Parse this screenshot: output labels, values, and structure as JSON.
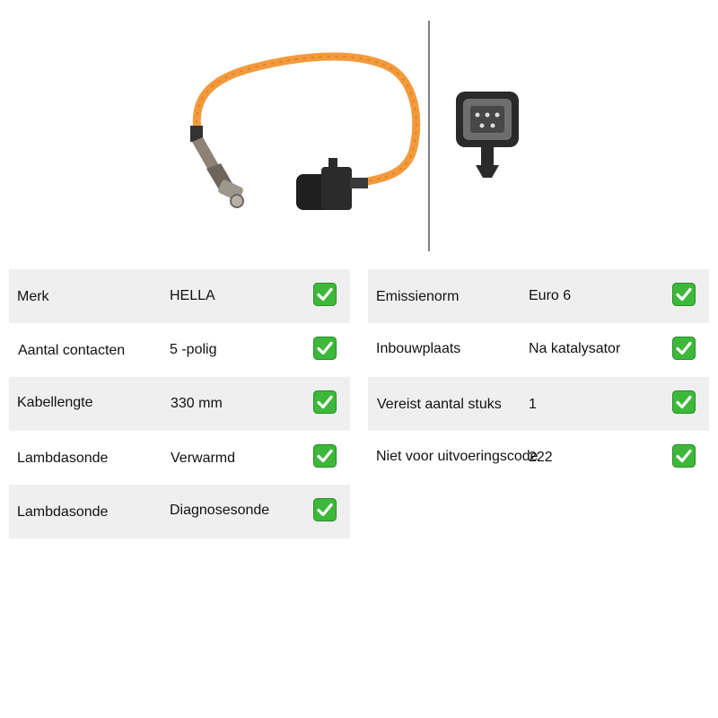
{
  "left_rows": [
    {
      "label": "Merk",
      "value": "HELLA"
    },
    {
      "label": "Aantal contacten",
      "value": "5 -polig"
    },
    {
      "label": "Kabellengte",
      "value": "330 mm"
    },
    {
      "label": "Lambdasonde",
      "value": "Verwarmd"
    },
    {
      "label": "Lambdasonde",
      "value": "Diagnosesonde"
    }
  ],
  "right_rows": [
    {
      "label": "Emissienorm",
      "value": "Euro 6"
    },
    {
      "label": "Inbouwplaats",
      "value": "Na katalysator"
    },
    {
      "label": "Vereist aantal stuks",
      "value": "1"
    },
    {
      "label": "Niet voor uitvoeringscode",
      "value": "222"
    }
  ],
  "colors": {
    "row_shade": "#efefef",
    "check_green": "#3db83a",
    "cable_orange": "#f39a3c"
  },
  "icons": {
    "status": "check-box-icon"
  }
}
